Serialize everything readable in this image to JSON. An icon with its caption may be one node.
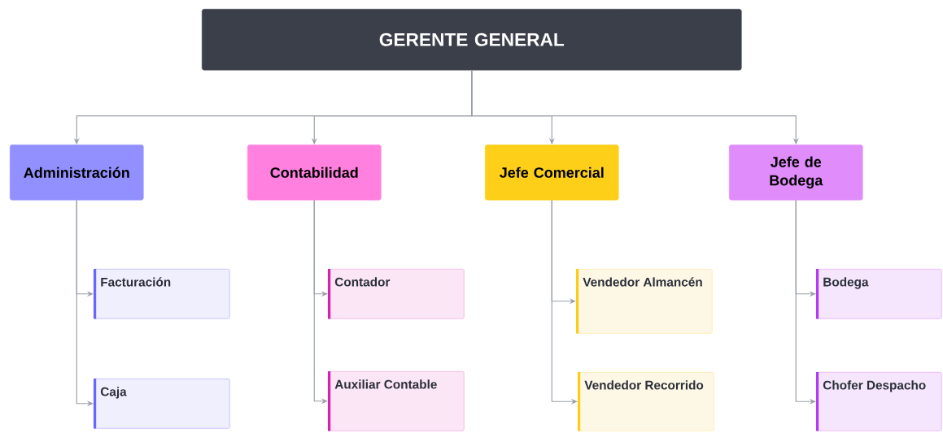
{
  "diagram": {
    "nodes": [
      {
        "text": [
          "GERENTE GENERAL"
        ]
      },
      {
        "text": [
          "Administración"
        ]
      },
      {
        "text": [
          "Contabilidad"
        ]
      },
      {
        "text": [
          "Jefe Comercial"
        ]
      },
      {
        "text": [
          "Jefe de Bodega"
        ]
      },
      {
        "text": [
          "Facturación"
        ]
      },
      {
        "text": [
          "Caja"
        ]
      },
      {
        "text": [
          "Contador"
        ]
      },
      {
        "text": [
          "Auxiliar Contable"
        ]
      },
      {
        "text": [
          "Vendedor Almancén"
        ]
      },
      {
        "text": [
          "Vendedor Recorrido"
        ]
      },
      {
        "text": [
          "Bodega"
        ]
      },
      {
        "text": [
          "Chofer Despacho"
        ]
      }
    ],
    "edges": [
      {
        "from": 0,
        "to": 1,
        "arrow": "to"
      },
      {
        "from": 0,
        "to": 2,
        "arrow": "to"
      },
      {
        "from": 0,
        "to": 3,
        "arrow": "to"
      },
      {
        "from": 0,
        "to": 4,
        "arrow": "to"
      },
      {
        "from": 1,
        "to": 5,
        "arrow": "to"
      },
      {
        "from": 1,
        "to": 6,
        "arrow": "to"
      },
      {
        "from": 2,
        "to": 7,
        "arrow": "to"
      },
      {
        "from": 2,
        "to": 8,
        "arrow": "to"
      },
      {
        "from": 3,
        "to": 9,
        "arrow": "to"
      },
      {
        "from": 3,
        "to": 10,
        "arrow": "to"
      },
      {
        "from": 4,
        "to": 11,
        "arrow": "to"
      },
      {
        "from": 4,
        "to": 12,
        "arrow": "to"
      }
    ]
  }
}
